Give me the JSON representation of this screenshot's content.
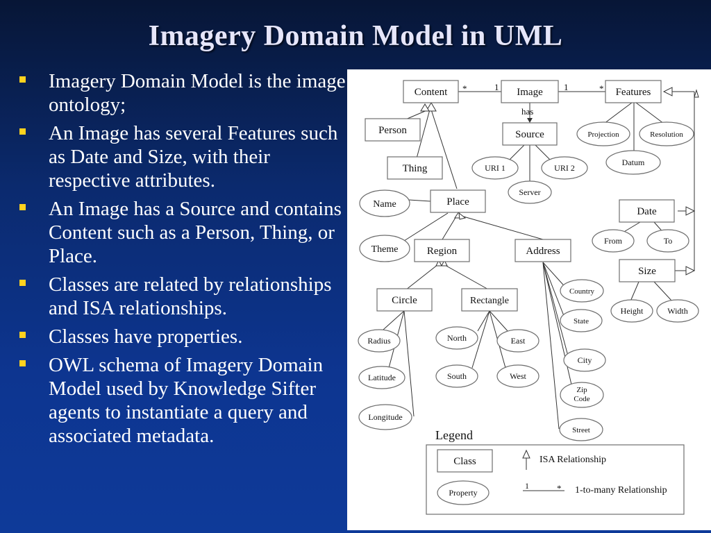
{
  "title": "Imagery Domain Model in UML",
  "bullets": [
    "Imagery Domain Model is the image ontology;",
    "An Image has several Features such as Date and Size, with their respective attributes.",
    "An Image has a Source and contains Content such as a Person, Thing, or Place.",
    "Classes are related by relationships and ISA relationships.",
    "Classes have properties.",
    "OWL schema of Imagery Domain Model used by Knowledge Sifter agents to instantiate a query and associated metadata."
  ],
  "diagram": {
    "classes": {
      "content": "Content",
      "image": "Image",
      "features": "Features",
      "person": "Person",
      "source": "Source",
      "thing": "Thing",
      "place": "Place",
      "date": "Date",
      "region": "Region",
      "address": "Address",
      "size": "Size",
      "circle": "Circle",
      "rectangle": "Rectangle"
    },
    "properties": {
      "projection": "Projection",
      "resolution": "Resolution",
      "datum": "Datum",
      "uri1": "URI 1",
      "uri2": "URI 2",
      "server": "Server",
      "name": "Name",
      "theme": "Theme",
      "from": "From",
      "to": "To",
      "height": "Height",
      "width": "Width",
      "country": "Country",
      "state": "State",
      "city": "City",
      "zip_line1": "Zip",
      "zip_line2": "Code",
      "street": "Street",
      "radius": "Radius",
      "latitude": "Latitude",
      "longitude": "Longitude",
      "north": "North",
      "east": "East",
      "south": "South",
      "west": "West"
    },
    "labels": {
      "has": "has",
      "mult_content": "*",
      "mult_image_left": "1",
      "mult_image_right": "1",
      "mult_features": "*"
    },
    "legend": {
      "title": "Legend",
      "class_label": "Class",
      "property_label": "Property",
      "isa_label": "ISA Relationship",
      "one_label": "1",
      "many_label": "*",
      "one_to_many_label": "1-to-many Relationship"
    }
  }
}
